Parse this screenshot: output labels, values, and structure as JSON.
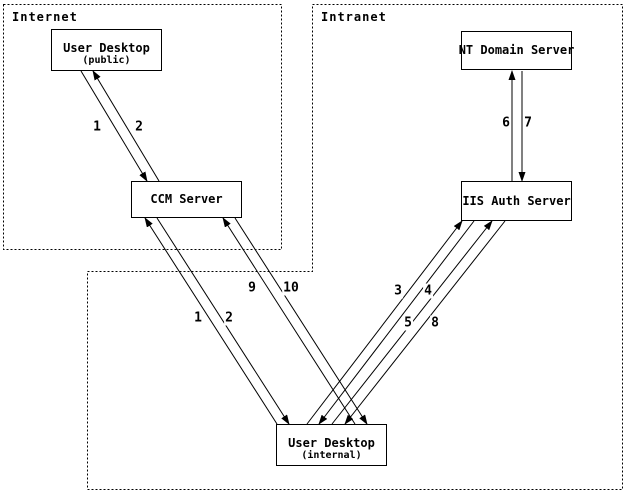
{
  "regions": {
    "internet": {
      "label": "Internet"
    },
    "intranet": {
      "label": "Intranet"
    }
  },
  "nodes": {
    "user_desktop_public": {
      "title": "User Desktop",
      "subtitle": "(public)"
    },
    "ccm_server": {
      "title": "CCM Server"
    },
    "nt_domain_server": {
      "title": "NT Domain Server"
    },
    "iis_auth_server": {
      "title": "IIS Auth Server"
    },
    "user_desktop_internal": {
      "title": "User Desktop",
      "subtitle": "(internal)"
    }
  },
  "edge_labels": {
    "public_to_ccm": "1",
    "ccm_to_public": "2",
    "iis_to_nt": "6",
    "nt_to_iis": "7",
    "internal_to_ccm": "1",
    "ccm_to_internal": "2",
    "internal_to_ccm_second": "9",
    "ccm_to_internal_second": "10",
    "internal_to_iis": "3",
    "iis_to_internal": "4",
    "internal_to_iis_second": "5",
    "iis_to_internal_second": "8"
  },
  "colors": {
    "line": "#000000",
    "background": "#ffffff",
    "text": "#000000"
  }
}
